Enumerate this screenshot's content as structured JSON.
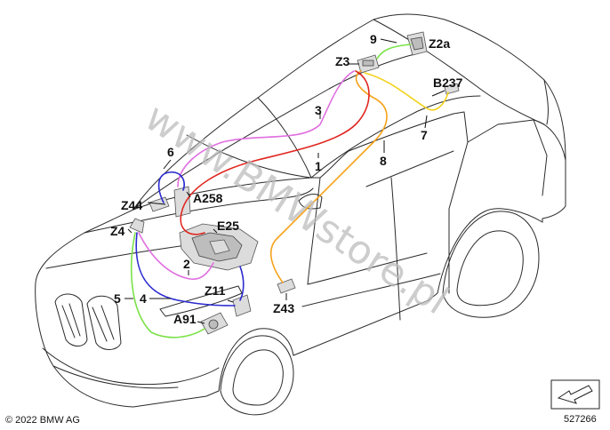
{
  "diagram": {
    "components": {
      "Z2a": "Z2a",
      "Z3": "Z3",
      "B237": "B237",
      "A258": "A258",
      "Z44": "Z44",
      "E25": "E25",
      "Z4": "Z4",
      "Z11": "Z11",
      "A91": "A91",
      "Z43": "Z43"
    },
    "wires": {
      "w1": "1",
      "w2": "2",
      "w3": "3",
      "w4": "4",
      "w5": "5",
      "w6": "6",
      "w7": "7",
      "w8": "8",
      "w9": "9"
    },
    "wire_colors": {
      "red": "#e0261f",
      "magenta": "#e070e0",
      "orange": "#f6a21a",
      "yellow": "#f3d21c",
      "green": "#7be24a",
      "blue": "#2a2ad0"
    },
    "watermark": "www.BMWstore.pl",
    "copyright": "© 2022 BMW AG",
    "diagram_number": "527266",
    "icons": [
      "direction-arrow-icon"
    ]
  }
}
